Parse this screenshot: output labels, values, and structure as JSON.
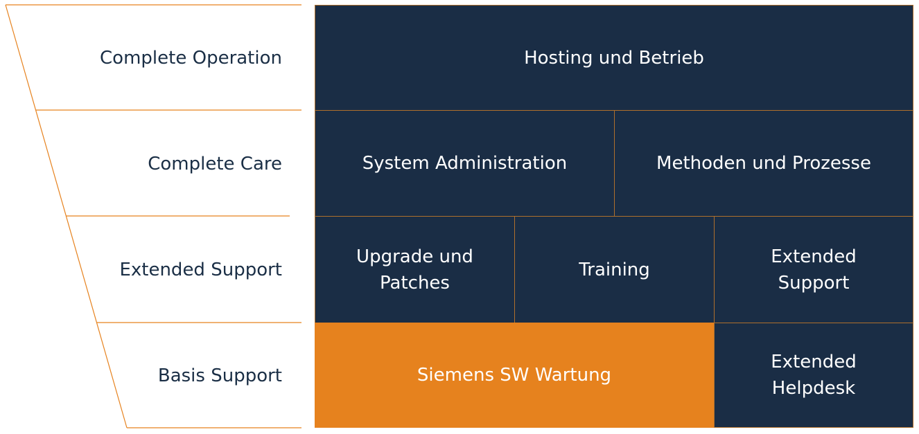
{
  "levels": [
    "Complete Operation",
    "Complete Care",
    "Extended Support",
    "Basis Support"
  ],
  "cells": {
    "hosting": "Hosting und Betrieb",
    "sysadmin": "System Administration",
    "methoden": "Methoden und Prozesse",
    "upgrade": "Upgrade und Patches",
    "training": "Training",
    "extended_support": "Extended Support",
    "siemens": "Siemens SW Wartung",
    "helpdesk": "Extended Helpdesk"
  },
  "colors": {
    "navy": "#1a2d45",
    "orange": "#e6821e"
  }
}
